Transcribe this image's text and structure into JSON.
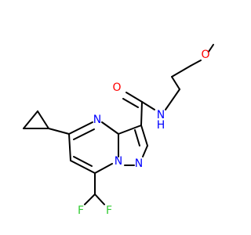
{
  "molecule": {
    "atoms": {
      "o_carbonyl": "O",
      "n_amide": "N",
      "h_amide": "H",
      "o_ether": "O",
      "n_pyrimidine": "N",
      "n_bridge": "N",
      "n_pyrazole": "N",
      "f_left": "F",
      "f_right": "F"
    },
    "colors": {
      "oxygen": "#ff0000",
      "nitrogen": "#0000ff",
      "fluorine": "#33cc33",
      "bond": "#000000"
    }
  }
}
